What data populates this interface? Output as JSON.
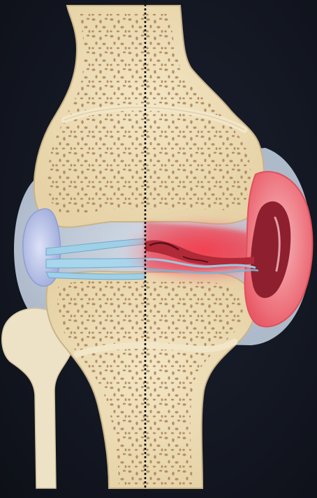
{
  "diagram": {
    "subject": "knee-joint-comparison",
    "left_half": "healthy-joint",
    "right_half": "inflamed-joint",
    "divider_style": "dotted",
    "colors": {
      "background": "#121620",
      "bone": "#efe0bb",
      "bone_outline": "#c9b48a",
      "marrow_spots": "#a9835a",
      "capsule": "#c9d4e2",
      "synovial_fluid": "#b3bfe6",
      "cartilage": "#9cc8e2",
      "inflamed_tissue": "#e83c4a",
      "inflamed_core": "#8e1f2e",
      "inflamed_glow": "#f59aa2",
      "divider": "#111111"
    }
  }
}
